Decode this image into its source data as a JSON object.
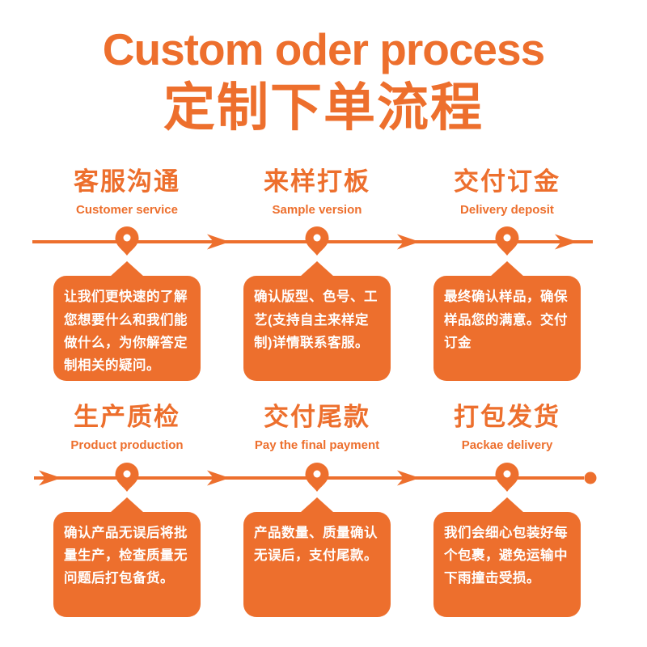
{
  "title": {
    "en": "Custom oder process",
    "cn": "定制下单流程"
  },
  "colors": {
    "accent": "#ED6F2D",
    "bubble_text": "#FFFFFF",
    "background": "#FFFFFF"
  },
  "icons": {
    "pin": "location-pin",
    "arrow": "arrow-right",
    "dot": "flow-end-dot"
  },
  "rows": [
    {
      "steps": [
        {
          "cn": "客服沟通",
          "en": "Customer service",
          "desc": "让我们更快速的了解您想要什么和我们能做什么，为你解答定制相关的疑问。"
        },
        {
          "cn": "来样打板",
          "en": "Sample version",
          "desc": "确认版型、色号、工艺(支持自主来样定制)详情联系客服。"
        },
        {
          "cn": "交付订金",
          "en": "Delivery deposit",
          "desc": "最终确认样品，确保样品您的满意。交付订金"
        }
      ]
    },
    {
      "steps": [
        {
          "cn": "生产质检",
          "en": "Product production",
          "desc": "确认产品无误后将批量生产，检查质量无问题后打包备货。"
        },
        {
          "cn": "交付尾款",
          "en": "Pay the final payment",
          "desc": "产品数量、质量确认无误后，支付尾款。"
        },
        {
          "cn": "打包发货",
          "en": "Packae delivery",
          "desc": "我们会细心包装好每个包裹，避免运输中下雨撞击受损。"
        }
      ]
    }
  ]
}
